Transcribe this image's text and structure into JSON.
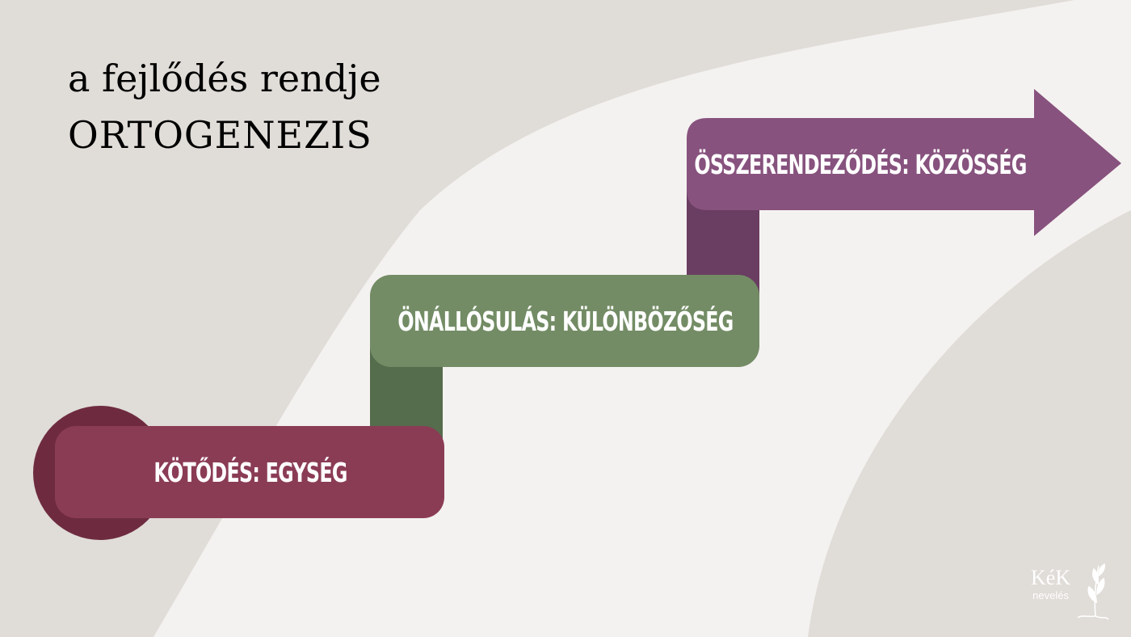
{
  "title": {
    "line1": "a fejlődés rendje",
    "line2": "ORTOGENEZIS"
  },
  "steps": [
    {
      "label": "Kötődés: Egység",
      "color": "#8b3c55",
      "shadow": "#6e2b40"
    },
    {
      "label": "Önállósulás: Különbözőség",
      "color": "#738c65",
      "shadow": "#556c4d"
    },
    {
      "label": "Összerendeződés: Közösség",
      "color": "#87527e",
      "shadow": "#6a3d62"
    }
  ],
  "background": {
    "base": "#e0dcd8",
    "wave": "#f4f2f0"
  },
  "logo": {
    "name": "KéK",
    "subtitle": "nevelés",
    "icon": "sprout-icon"
  }
}
